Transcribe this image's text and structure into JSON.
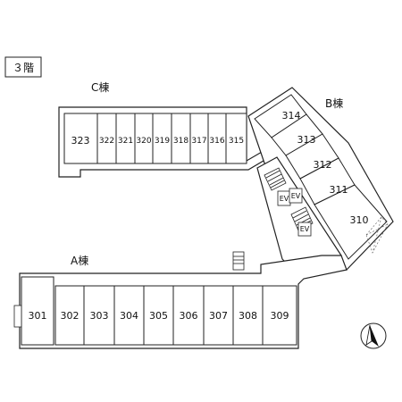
{
  "floor_label": "３階",
  "buildings": {
    "A": {
      "label": "A棟"
    },
    "B": {
      "label": "B棟"
    },
    "C": {
      "label": "C棟"
    }
  },
  "rooms": {
    "A": [
      "301",
      "302",
      "303",
      "304",
      "305",
      "306",
      "307",
      "308",
      "309"
    ],
    "B": [
      "314",
      "313",
      "312",
      "311",
      "310"
    ],
    "C": [
      "323",
      "322",
      "321",
      "320",
      "319",
      "318",
      "317",
      "316",
      "315"
    ]
  },
  "elevators": [
    "EV",
    "EV"
  ],
  "icons": {
    "north_arrow": "north-arrow-icon"
  }
}
